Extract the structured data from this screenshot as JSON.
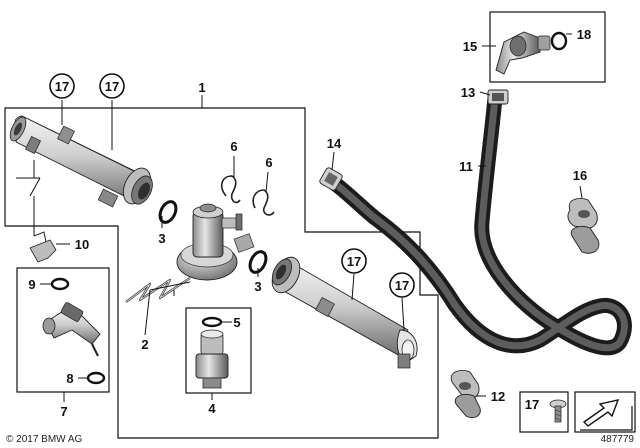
{
  "diagram": {
    "callouts": [
      {
        "id": "c1",
        "text": "1",
        "circled": false
      },
      {
        "id": "c2",
        "text": "2",
        "circled": false
      },
      {
        "id": "c3a",
        "text": "3",
        "circled": false
      },
      {
        "id": "c3b",
        "text": "3",
        "circled": false
      },
      {
        "id": "c4",
        "text": "4",
        "circled": false
      },
      {
        "id": "c5",
        "text": "5",
        "circled": false
      },
      {
        "id": "c6a",
        "text": "6",
        "circled": false
      },
      {
        "id": "c6b",
        "text": "6",
        "circled": false
      },
      {
        "id": "c7",
        "text": "7",
        "circled": false
      },
      {
        "id": "c8",
        "text": "8",
        "circled": false
      },
      {
        "id": "c9",
        "text": "9",
        "circled": false
      },
      {
        "id": "c10",
        "text": "10",
        "circled": false
      },
      {
        "id": "c11",
        "text": "11",
        "circled": false
      },
      {
        "id": "c12",
        "text": "12",
        "circled": false
      },
      {
        "id": "c13",
        "text": "13",
        "circled": false
      },
      {
        "id": "c14",
        "text": "14",
        "circled": false
      },
      {
        "id": "c15",
        "text": "15",
        "circled": false
      },
      {
        "id": "c16",
        "text": "16",
        "circled": false
      },
      {
        "id": "c17a",
        "text": "17",
        "circled": true
      },
      {
        "id": "c17b",
        "text": "17",
        "circled": true
      },
      {
        "id": "c17c",
        "text": "17",
        "circled": true
      },
      {
        "id": "c17d",
        "text": "17",
        "circled": true
      },
      {
        "id": "c18",
        "text": "18",
        "circled": false
      },
      {
        "id": "c17e",
        "text": "17",
        "circled": false
      }
    ],
    "copyright": "© 2017 BMW AG",
    "diagram_number": "487779",
    "colors": {
      "ink": "#111111",
      "part_light": "#e2e2e2",
      "part_mid": "#a8a8a8",
      "part_dark": "#4a4a4a",
      "hose": "#1c1c1c"
    }
  }
}
